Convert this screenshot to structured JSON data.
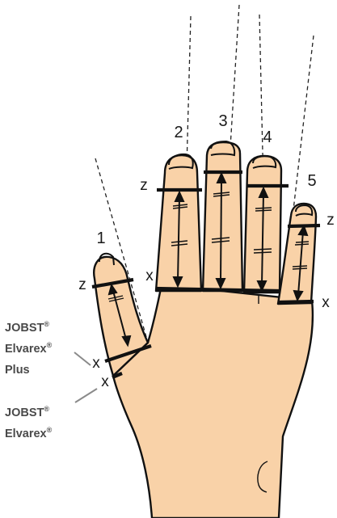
{
  "colors": {
    "skin": "#f9d2a8",
    "outline": "#111111",
    "dashed_line": "#222222",
    "brand_text": "#4a4a4a",
    "leader_line": "#8a8a8a"
  },
  "finger_numbers": {
    "thumb": "1",
    "index": "2",
    "middle": "3",
    "ring": "4",
    "little": "5"
  },
  "marks": {
    "z": "z",
    "x": "x"
  },
  "products": {
    "plus": {
      "line1": "JOBST",
      "line2": "Elvarex",
      "line3": "Plus",
      "registered": "®"
    },
    "standard": {
      "line1": "JOBST",
      "line2": "Elvarex",
      "registered": "®"
    }
  }
}
